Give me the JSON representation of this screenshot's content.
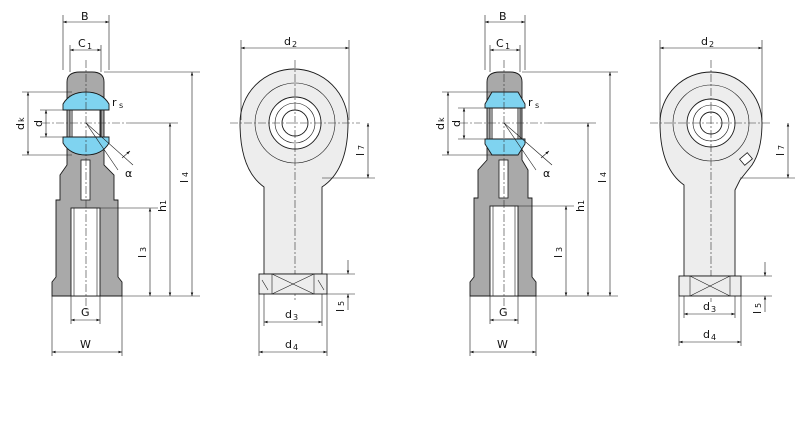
{
  "colors": {
    "bearing_liner": "#7fd3f0",
    "housing": "#a9a9a9",
    "front_face": "#ededed"
  },
  "drawings": [
    {
      "id": "a",
      "side_labels": {
        "B": "B",
        "C1": "C",
        "C1_sub": "1",
        "dk": "d",
        "dk_sub": "k",
        "d": "d",
        "rs": "r",
        "rs_sub": "s",
        "alpha": "α",
        "h1": "h",
        "h1_sub": "1",
        "l4": "l",
        "l4_sub": "4",
        "l3": "l",
        "l3_sub": "3",
        "G": "G",
        "W": "W"
      },
      "front_labels": {
        "d2": "d",
        "d2_sub": "2",
        "l7": "l",
        "l7_sub": "7",
        "d3": "d",
        "d3_sub": "3",
        "l5": "l",
        "l5_sub": "5",
        "d4": "d",
        "d4_sub": "4"
      }
    },
    {
      "id": "b",
      "side_labels": {
        "B": "B",
        "C1": "C",
        "C1_sub": "1",
        "dk": "d",
        "dk_sub": "k",
        "d": "d",
        "rs": "r",
        "rs_sub": "s",
        "alpha": "α",
        "h1": "h",
        "h1_sub": "1",
        "l4": "l",
        "l4_sub": "4",
        "l3": "l",
        "l3_sub": "3",
        "G": "G",
        "W": "W"
      },
      "front_labels": {
        "d2": "d",
        "d2_sub": "2",
        "l7": "l",
        "l7_sub": "7",
        "d3": "d",
        "d3_sub": "3",
        "l5": "l",
        "l5_sub": "5",
        "d4": "d",
        "d4_sub": "4"
      }
    }
  ]
}
